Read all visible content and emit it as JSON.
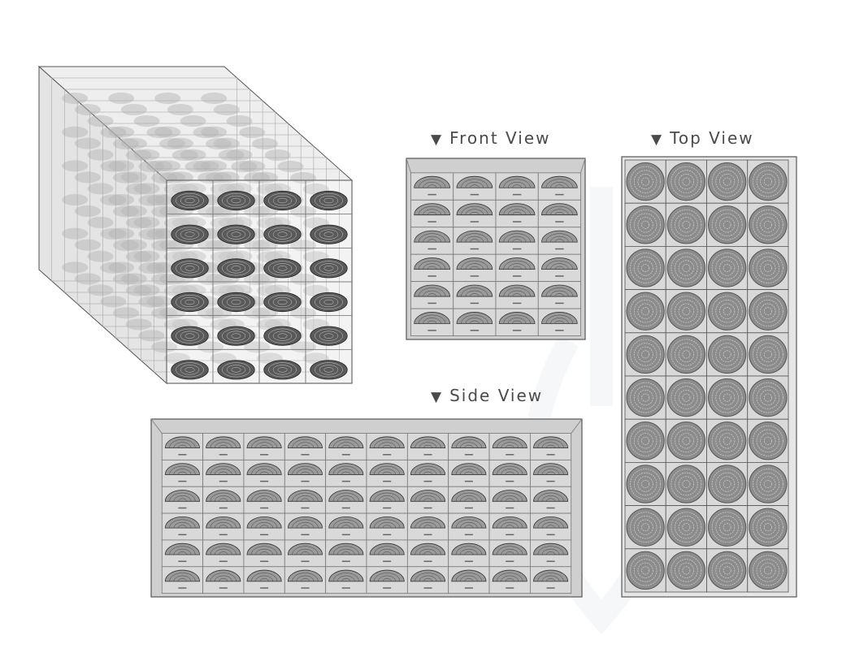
{
  "views": {
    "front": {
      "label": "Front View",
      "marker": "▼"
    },
    "top": {
      "label": "Top View",
      "marker": "▼"
    },
    "side": {
      "label": "Side View",
      "marker": "▼"
    }
  },
  "grid": {
    "columns": 4,
    "rows": 6,
    "depth": 10
  },
  "colors": {
    "frame": "#555555",
    "panel": "#d9d9d9",
    "dome": "#6e6e6e",
    "label": "#4a4a4a"
  }
}
